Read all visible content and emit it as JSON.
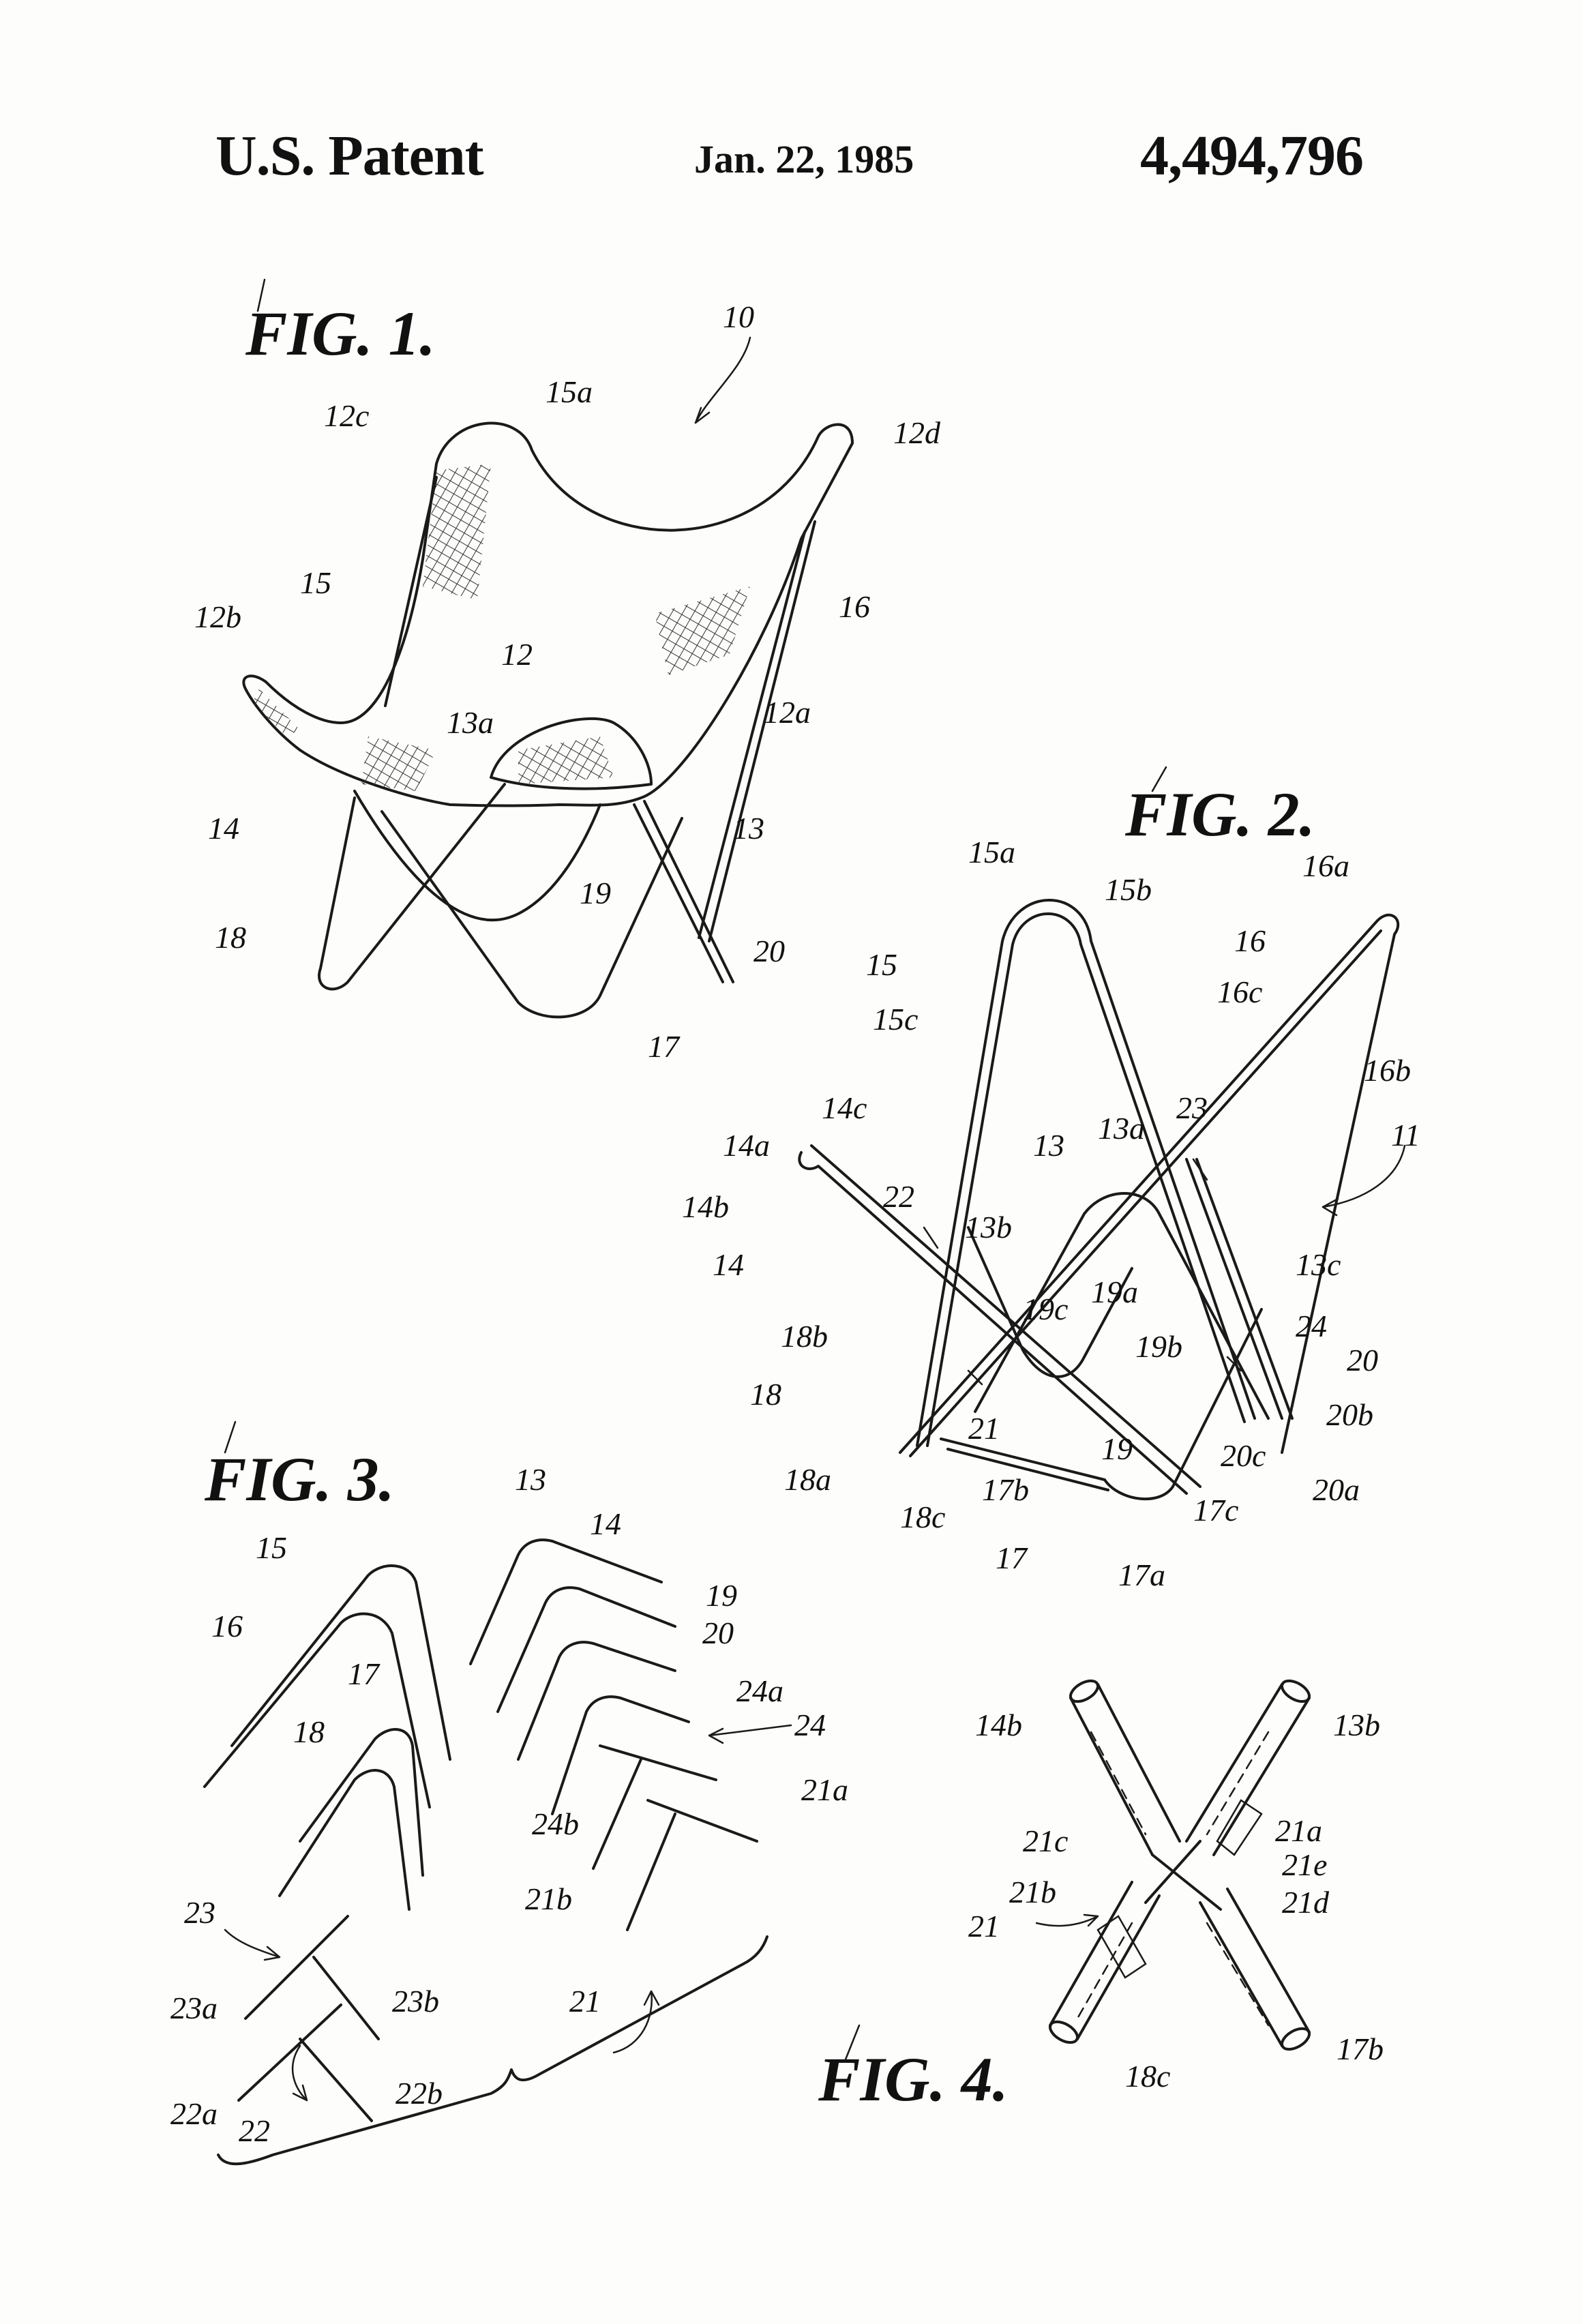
{
  "header": {
    "left": "U.S. Patent",
    "date": "Jan. 22, 1985",
    "number": "4,494,796"
  },
  "figures": {
    "fig1": "FIG. 1.",
    "fig2": "FIG. 2.",
    "fig3": "FIG. 3.",
    "fig4": "FIG. 4."
  },
  "labels": {
    "fig1": [
      "10",
      "12c",
      "15a",
      "12d",
      "15",
      "16",
      "12b",
      "12",
      "13a",
      "12a",
      "14",
      "13",
      "19",
      "18",
      "20",
      "17"
    ],
    "fig2": [
      "15a",
      "15b",
      "16a",
      "15",
      "16",
      "16c",
      "15c",
      "16b",
      "23",
      "11",
      "14a",
      "14c",
      "13",
      "13a",
      "14b",
      "22",
      "13b",
      "14",
      "13c",
      "19a",
      "19c",
      "18b",
      "19b",
      "24",
      "20",
      "18",
      "21",
      "20b",
      "19",
      "20c",
      "18a",
      "18c",
      "17b",
      "17c",
      "20a",
      "17",
      "17a"
    ],
    "fig3": [
      "15",
      "13",
      "14",
      "16",
      "19",
      "17",
      "20",
      "24a",
      "18",
      "24",
      "21a",
      "24b",
      "23",
      "21b",
      "23a",
      "23b",
      "21",
      "22b",
      "22a",
      "22"
    ],
    "fig4": [
      "14b",
      "13b",
      "21c",
      "21a",
      "21e",
      "21b",
      "21d",
      "21",
      "18c",
      "17b"
    ]
  }
}
